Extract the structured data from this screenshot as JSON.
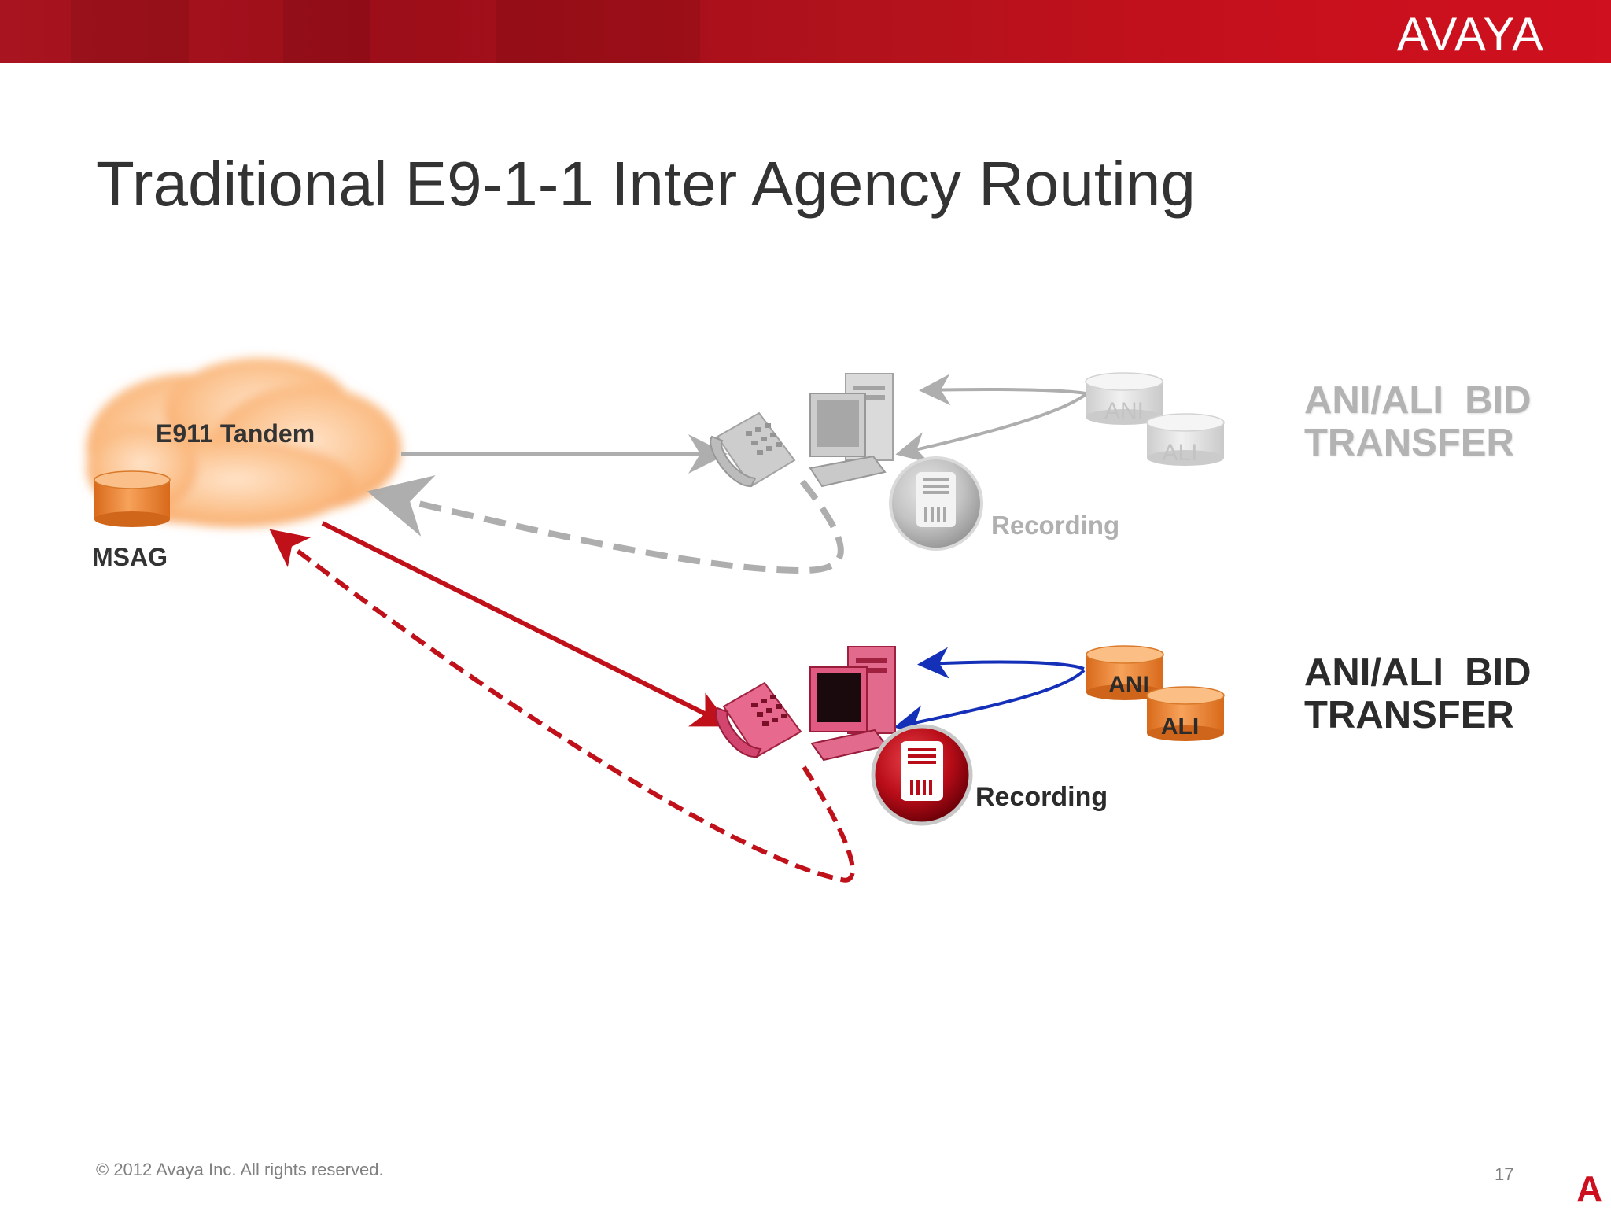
{
  "header": {
    "logo_text": "AVAYA",
    "brand_color": "#cc1020"
  },
  "title": "Traditional E9-1-1 Inter Agency Routing",
  "diagram": {
    "cloud_label": "E911 Tandem",
    "msag_label": "MSAG",
    "before_state": {
      "ani_label": "ANI",
      "ali_label": "ALI",
      "recording_label": "Recording",
      "bid_line1": "ANI/ALI  BID",
      "bid_line2": "TRANSFER",
      "color": "#a6a6a6"
    },
    "after_state": {
      "ani_label": "ANI",
      "ali_label": "ALI",
      "recording_label": "Recording",
      "bid_line1": "ANI/ALI  BID",
      "bid_line2": "TRANSFER",
      "call_color": "#c0101a",
      "data_color": "#1530b8"
    }
  },
  "footer": {
    "copyright": "© 2012 Avaya Inc. All rights reserved.",
    "page_number": "17",
    "corner_mark": "A"
  }
}
